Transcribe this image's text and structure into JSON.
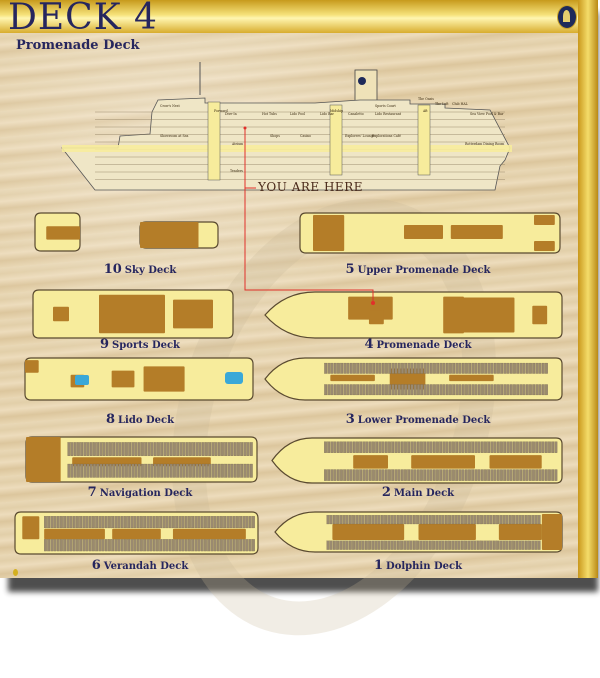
{
  "header": {
    "title": "DECK 4",
    "subtitle": "Promenade Deck"
  },
  "you_are_here": "YOU ARE HERE",
  "profile_labels": [
    "Crow's Nest",
    "Dive-In",
    "Hot Tubs",
    "Lido Pool",
    "Lido Bar",
    "Canaletto",
    "Lido Restaurant",
    "Sports Court",
    "The Oasis",
    "The Loft",
    "Club HAL",
    "Sea View Pool & Bar",
    "Showroom at Sea",
    "Atrium",
    "Shops",
    "Casino",
    "Explorers' Lounge",
    "Explorations Café",
    "Rotterdam Dining Room",
    "Tenders",
    "Forward",
    "Midship",
    "Aft"
  ],
  "decks": [
    {
      "num": "10",
      "name": "Sky Deck"
    },
    {
      "num": "5",
      "name": "Upper Promenade Deck"
    },
    {
      "num": "9",
      "name": "Sports Deck"
    },
    {
      "num": "4",
      "name": "Promenade Deck"
    },
    {
      "num": "8",
      "name": "Lido Deck"
    },
    {
      "num": "3",
      "name": "Lower Promenade Deck"
    },
    {
      "num": "7",
      "name": "Navigation Deck"
    },
    {
      "num": "2",
      "name": "Main Deck"
    },
    {
      "num": "6",
      "name": "Verandah Deck"
    },
    {
      "num": "1",
      "name": "Dolphin Deck"
    }
  ],
  "colors": {
    "cream": "#f7ec9c",
    "brown": "#b47d28",
    "navy": "#26265e",
    "gold": "#d8ad2e",
    "marker": "#e0302a"
  }
}
